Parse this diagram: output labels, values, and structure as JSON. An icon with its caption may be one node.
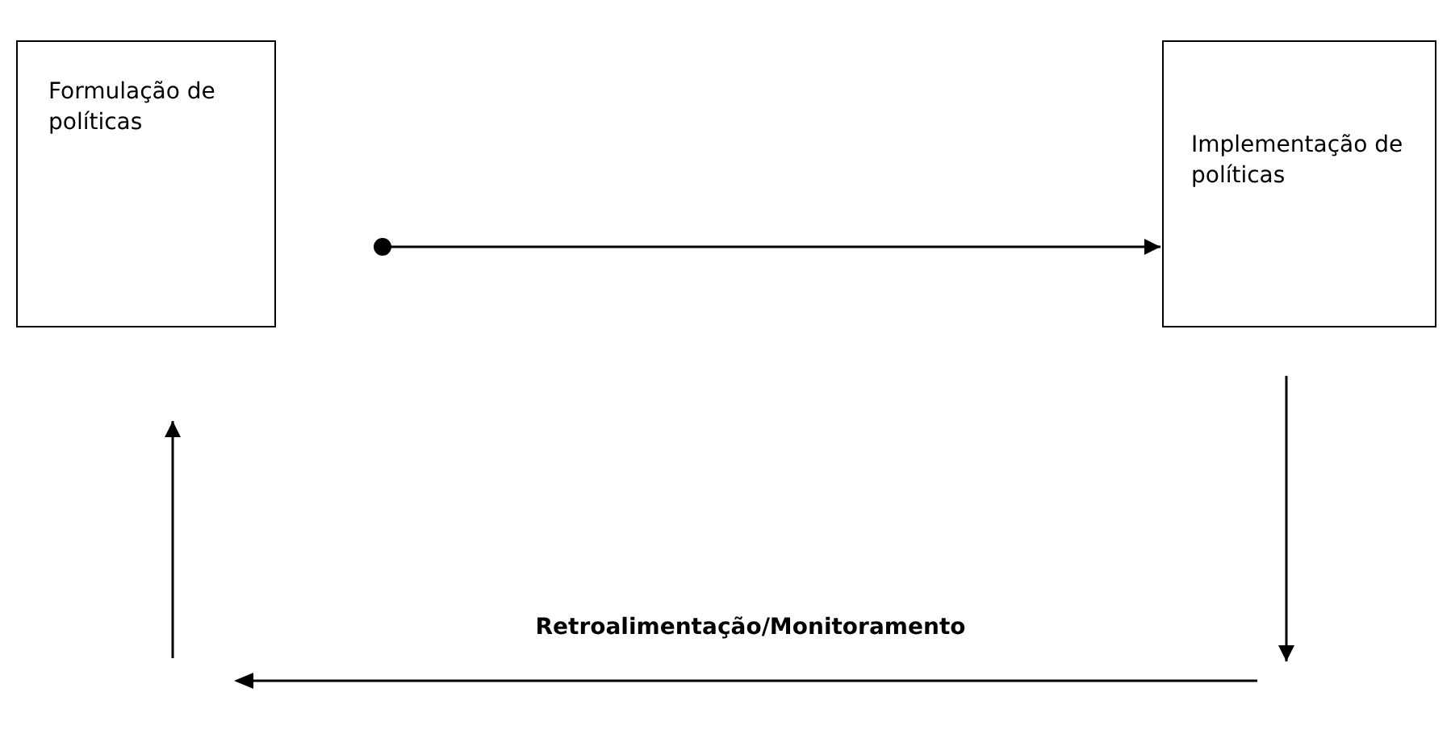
{
  "diagram": {
    "nodes": [
      {
        "text": [
          "Formulação de políticas"
        ]
      },
      {
        "text": [
          "Implementação de políticas"
        ]
      }
    ],
    "edges": [
      {
        "from": 0,
        "to": 1,
        "arrow": "to"
      },
      {
        "from": 1,
        "to": null,
        "arrow": "to"
      },
      {
        "from": null,
        "to": 0,
        "arrow": "to"
      }
    ],
    "labels": [
      "Retroalimentação/Monitoramento"
    ]
  }
}
